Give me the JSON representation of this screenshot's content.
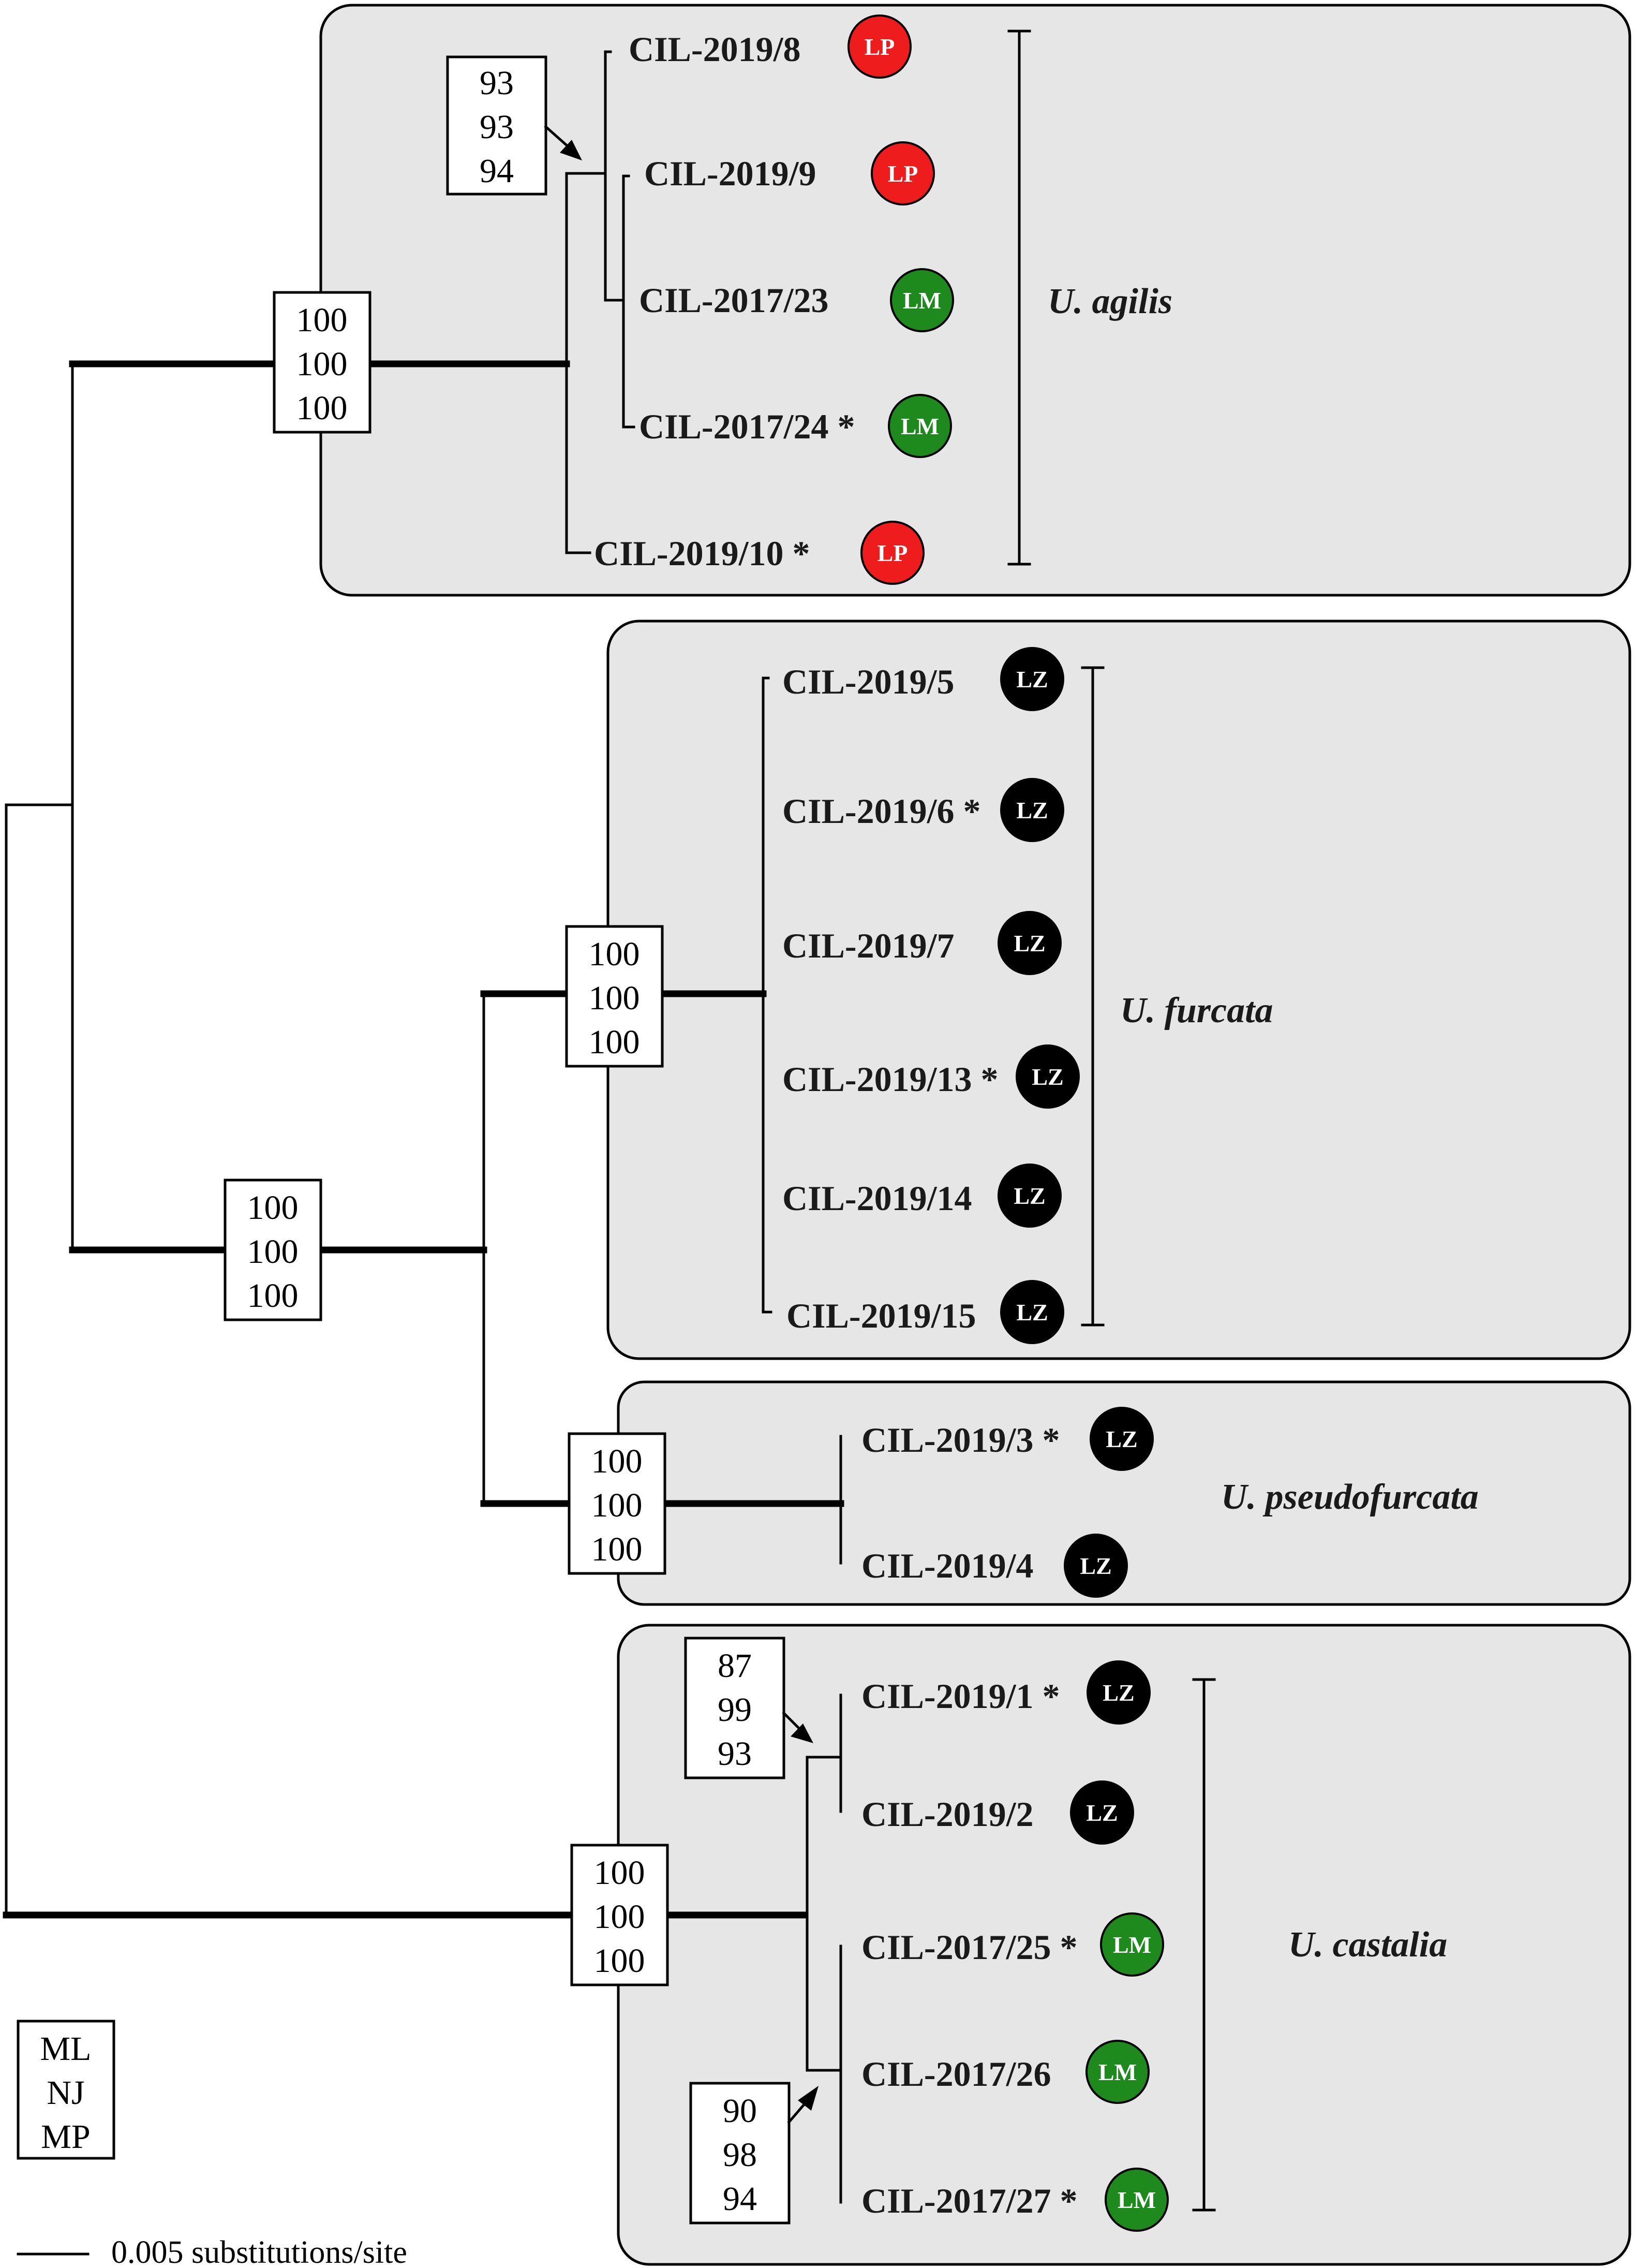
{
  "clades": [
    {
      "species": "U. agilis",
      "tips": [
        {
          "label": "CIL-2019/8",
          "badge": "LP"
        },
        {
          "label": "CIL-2019/9",
          "badge": "LP"
        },
        {
          "label": "CIL-2017/23",
          "badge": "LM"
        },
        {
          "label": "CIL-2017/24 *",
          "badge": "LM"
        },
        {
          "label": "CIL-2019/10 *",
          "badge": "LP"
        }
      ]
    },
    {
      "species": "U. furcata",
      "tips": [
        {
          "label": "CIL-2019/5",
          "badge": "LZ"
        },
        {
          "label": "CIL-2019/6 *",
          "badge": "LZ"
        },
        {
          "label": "CIL-2019/7",
          "badge": "LZ"
        },
        {
          "label": "CIL-2019/13 *",
          "badge": "LZ"
        },
        {
          "label": "CIL-2019/14",
          "badge": "LZ"
        },
        {
          "label": "CIL-2019/15",
          "badge": "LZ"
        }
      ]
    },
    {
      "species": "U. pseudofurcata",
      "tips": [
        {
          "label": "CIL-2019/3 *",
          "badge": "LZ"
        },
        {
          "label": "CIL-2019/4",
          "badge": "LZ"
        }
      ]
    },
    {
      "species": "U. castalia",
      "tips": [
        {
          "label": "CIL-2019/1 *",
          "badge": "LZ"
        },
        {
          "label": "CIL-2019/2",
          "badge": "LZ"
        },
        {
          "label": "CIL-2017/25 *",
          "badge": "LM"
        },
        {
          "label": "CIL-2017/26",
          "badge": "LM"
        },
        {
          "label": "CIL-2017/27 *",
          "badge": "LM"
        }
      ]
    }
  ],
  "support": {
    "agilis_inner": [
      "93",
      "93",
      "94"
    ],
    "agilis": [
      "100",
      "100",
      "100"
    ],
    "furcata": [
      "100",
      "100",
      "100"
    ],
    "furcata_pseudo": [
      "100",
      "100",
      "100"
    ],
    "pseudofurcata": [
      "100",
      "100",
      "100"
    ],
    "castalia": [
      "100",
      "100",
      "100"
    ],
    "castalia_lz": [
      "87",
      "99",
      "93"
    ],
    "castalia_lm": [
      "90",
      "98",
      "94"
    ]
  },
  "legend": [
    "ML",
    "NJ",
    "MP"
  ],
  "scale_label": "0.005 substitutions/site",
  "badge_colors": {
    "LP": "#ee1c1c",
    "LM": "#1e8a1e",
    "LZ": "#000000"
  }
}
